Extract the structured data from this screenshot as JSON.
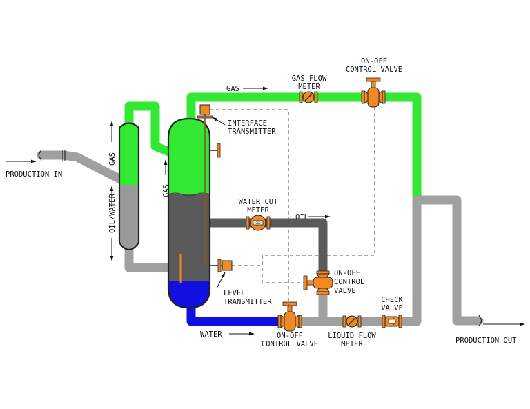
{
  "colors": {
    "gas": "#33e833",
    "oil": "#5a5a5a",
    "oil_water": "#9a9a9a",
    "water": "#1010e0",
    "instrument": "#f08a24",
    "pipe_gray": "#a0a0a0",
    "signal_line": "#555555"
  },
  "labels": {
    "production_in": "PRODUCTION IN",
    "production_out": "PRODUCTION OUT",
    "gas_vertical_left": "GAS",
    "oil_water_vertical": "OIL/WATER",
    "gas_vertical_vessel": "GAS",
    "gas_line": "GAS",
    "gas_flow_meter": [
      "GAS FLOW",
      "METER"
    ],
    "gas_control_valve": [
      "ON-OFF",
      "CONTROL VALVE"
    ],
    "interface_transmitter": [
      "INTERFACE",
      "TRANSMITTER"
    ],
    "water_cut_meter": [
      "WATER CUT",
      "METER"
    ],
    "oil_line": "OIL",
    "oil_control_valve": [
      "ON-OFF",
      "CONTROL",
      "VALVE"
    ],
    "level_transmitter": [
      "LEVEL",
      "TRANSMITTER"
    ],
    "water_line": "WATER",
    "water_control_valve": [
      "ON-OFF",
      "CONTROL VALVE"
    ],
    "liquid_flow_meter": [
      "LIQUID FLOW",
      "METER"
    ],
    "check_valve": [
      "CHECK",
      "VALVE"
    ]
  }
}
